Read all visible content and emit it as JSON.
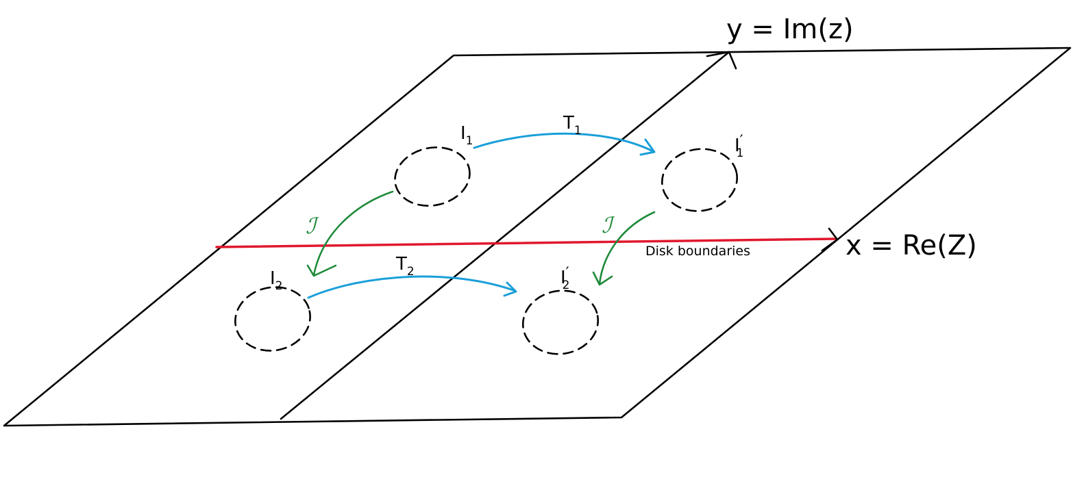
{
  "axes": {
    "y_label": "y = Im(z)",
    "x_label": "x = Re(Z)"
  },
  "boundary_label": "Disk boundaries",
  "disks": {
    "I1": {
      "main": "I",
      "sub": "1",
      "prime": ""
    },
    "I1p": {
      "main": "I",
      "sub": "1",
      "prime": "′"
    },
    "I2": {
      "main": "I",
      "sub": "2",
      "prime": ""
    },
    "I2p": {
      "main": "I",
      "sub": "2",
      "prime": "′"
    }
  },
  "maps": {
    "T1": {
      "main": "T",
      "sub": "1"
    },
    "T2": {
      "main": "T",
      "sub": "2"
    },
    "iota_left": "ℐ",
    "iota_right": "ℐ"
  },
  "colors": {
    "ink": "#000000",
    "translation": "#1a9fd9",
    "involution": "#1e8a3a",
    "real_axis": "#e0182d"
  }
}
